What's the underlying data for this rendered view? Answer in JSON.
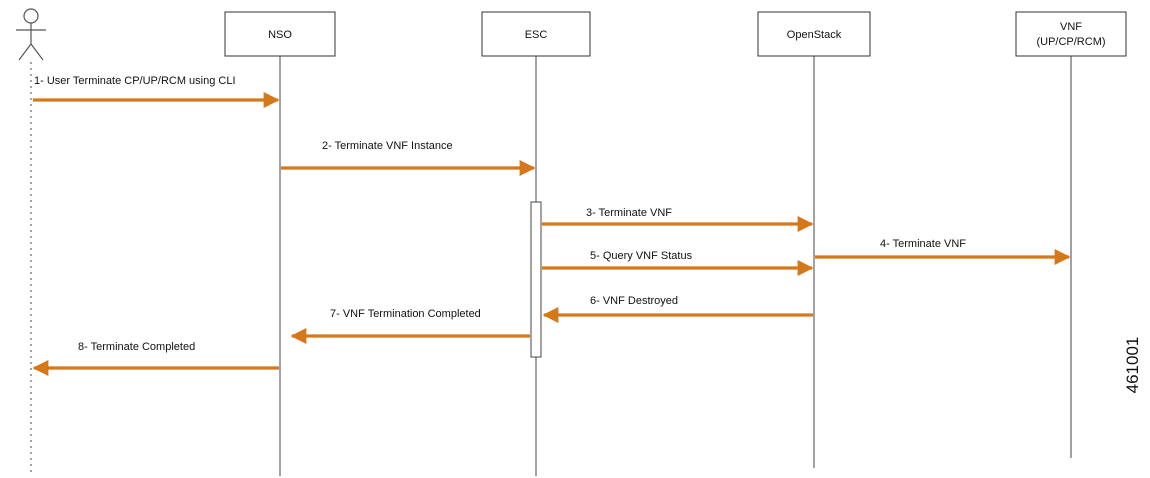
{
  "accent_color": "#d5781a",
  "participants": [
    {
      "id": "user",
      "name": "",
      "icon": "stick-figure-icon"
    },
    {
      "id": "nso",
      "name": "NSO"
    },
    {
      "id": "esc",
      "name": "ESC"
    },
    {
      "id": "openstack",
      "name": "OpenStack"
    },
    {
      "id": "vnf",
      "name_lines": [
        "VNF",
        "(UP/CP/RCM)"
      ]
    }
  ],
  "messages": [
    {
      "label": "1- User Terminate CP/UP/RCM using CLI",
      "from": "user",
      "to": "nso"
    },
    {
      "label": "2- Terminate VNF Instance",
      "from": "nso",
      "to": "esc"
    },
    {
      "label": "3- Terminate VNF",
      "from": "esc",
      "to": "openstack"
    },
    {
      "label": "4- Terminate VNF",
      "from": "openstack",
      "to": "vnf"
    },
    {
      "label": "5- Query VNF Status",
      "from": "esc",
      "to": "openstack"
    },
    {
      "label": "6- VNF Destroyed",
      "from": "openstack",
      "to": "esc"
    },
    {
      "label": "7- VNF Termination Completed",
      "from": "esc",
      "to": "nso"
    },
    {
      "label": "8- Terminate Completed",
      "from": "nso",
      "to": "user"
    }
  ],
  "figure_id": "461001"
}
